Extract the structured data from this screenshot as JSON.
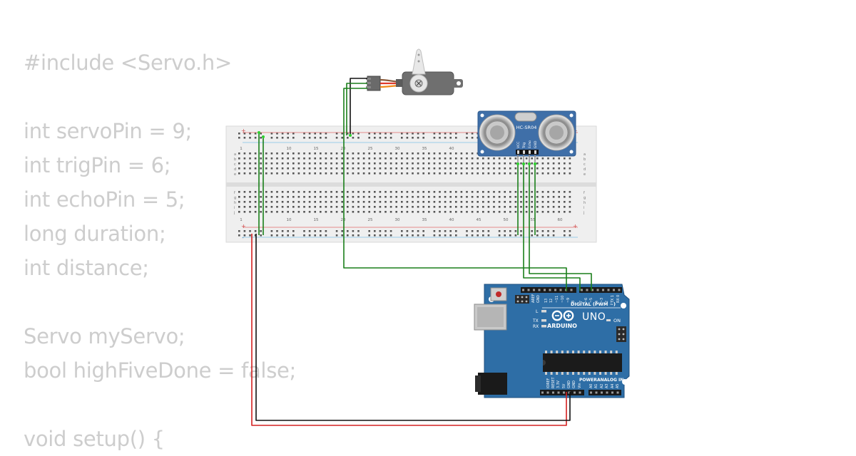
{
  "code": {
    "lines": [
      "#include <Servo.h>",
      "",
      "int servoPin = 9;",
      "int trigPin = 6;",
      "int echoPin = 5;",
      "long duration;",
      "int distance;",
      "",
      "Servo myServo;",
      "bool highFiveDone = false;",
      "",
      "void setup() {"
    ]
  },
  "breadboard": {
    "rail_plus": "+",
    "rail_minus": "-",
    "column_numbers_top": [
      "1",
      "10",
      "15",
      "20",
      "25",
      "30",
      "35",
      "40"
    ],
    "column_numbers_bottom": [
      "1",
      "10",
      "15",
      "20",
      "25",
      "30",
      "35",
      "40",
      "45",
      "50",
      "55",
      "60"
    ],
    "row_letters_top": [
      "a",
      "b",
      "c",
      "d",
      "e"
    ],
    "row_letters_bottom": [
      "f",
      "g",
      "h",
      "i",
      "j"
    ]
  },
  "sensor": {
    "model": "HC-SR04",
    "pins": [
      "VCC",
      "Trig",
      "Echo",
      "GND"
    ]
  },
  "arduino": {
    "brand": "ARDUINO",
    "model": "UNO",
    "digital_label": "DIGITAL (PWM ~)",
    "power_label": "POWER",
    "analog_label": "ANALOG IN",
    "on_label": "ON",
    "led_l": "L",
    "led_tx": "TX",
    "led_rx": "RX",
    "top_header_labels": [
      "AREF",
      "GND",
      "13",
      "12",
      "~11",
      "~10",
      "~9",
      "8",
      "7",
      "~6",
      "~5",
      "4",
      "~3",
      "2",
      "TX 1",
      "RX 0"
    ],
    "power_pins": [
      "IOREF",
      "RESET",
      "3.3V",
      "5V",
      "GND",
      "GND",
      "Vin"
    ],
    "analog_pins": [
      "A0",
      "A1",
      "A2",
      "A3",
      "A4",
      "A5"
    ]
  },
  "colors": {
    "code_text": "#cdcdcd",
    "wire_signal": "#1a7f1a",
    "wire_power": "#d42020",
    "wire_ground": "#111111",
    "arduino_board": "#2e6ea6",
    "sensor_board": "#3f6fa8",
    "breadboard": "#efefef"
  }
}
